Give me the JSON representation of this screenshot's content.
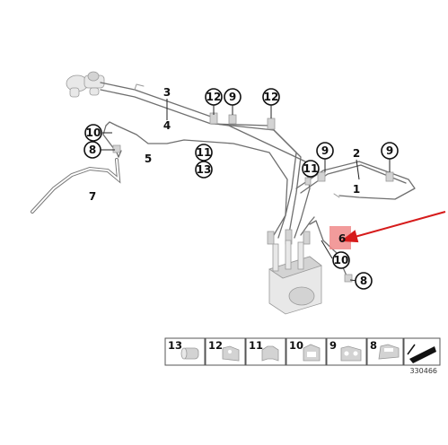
{
  "callouts": [
    {
      "id": "c3",
      "text": "3"
    },
    {
      "id": "c4",
      "text": "4"
    },
    {
      "id": "c12a",
      "text": "12"
    },
    {
      "id": "c9a",
      "text": "9"
    },
    {
      "id": "c12b",
      "text": "12"
    },
    {
      "id": "c10a",
      "text": "10"
    },
    {
      "id": "c8a",
      "text": "8"
    },
    {
      "id": "c5",
      "text": "5"
    },
    {
      "id": "c11a",
      "text": "11"
    },
    {
      "id": "c13",
      "text": "13"
    },
    {
      "id": "c7",
      "text": "7"
    },
    {
      "id": "c9b",
      "text": "9"
    },
    {
      "id": "c11b",
      "text": "11"
    },
    {
      "id": "c2",
      "text": "2"
    },
    {
      "id": "c9c",
      "text": "9"
    },
    {
      "id": "c1",
      "text": "1"
    },
    {
      "id": "c6",
      "text": "6"
    },
    {
      "id": "c10b",
      "text": "10"
    },
    {
      "id": "c8b",
      "text": "8"
    }
  ],
  "legend": [
    {
      "text": "13",
      "icon": "pipe-clamp-icon"
    },
    {
      "text": "12",
      "icon": "clip-icon"
    },
    {
      "text": "11",
      "icon": "bracket-clip-icon"
    },
    {
      "text": "10",
      "icon": "holder-icon"
    },
    {
      "text": "9",
      "icon": "double-clip-icon"
    },
    {
      "text": "8",
      "icon": "mount-icon"
    },
    {
      "text": "",
      "icon": "reference-arrow-icon"
    }
  ],
  "diagram_code": "330466",
  "colors": {
    "highlight": "#f08a8a",
    "arrow": "#d61b1b",
    "line": "#6f6f6f"
  }
}
